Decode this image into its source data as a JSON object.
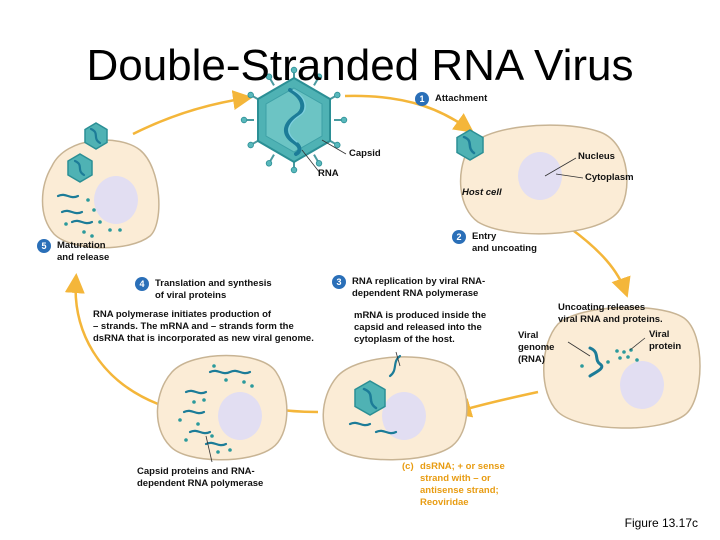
{
  "title": "Double-Stranded RNA Virus",
  "steps": [
    {
      "num": "1",
      "text": "Attachment"
    },
    {
      "num": "2",
      "text": "Entry\nand uncoating"
    },
    {
      "num": "3",
      "text": "RNA replication by viral RNA-\ndependent RNA polymerase"
    },
    {
      "num": "4",
      "text": "Translation and synthesis\nof viral proteins"
    },
    {
      "num": "5",
      "text": "Maturation\nand release"
    }
  ],
  "labels": {
    "capsid": "Capsid",
    "rna": "RNA",
    "nucleus": "Nucleus",
    "cytoplasm": "Cytoplasm",
    "host_cell": "Host cell",
    "uncoating_releases": "Uncoating releases\nviral RNA and proteins.",
    "viral_genome": "Viral\ngenome\n(RNA)",
    "viral_protein": "Viral\nprotein",
    "mrna_note": "mRNA is produced inside the\ncapsid and released into the\ncytoplasm of the host.",
    "polymerase_note": "RNA polymerase initiates production of\n– strands. The mRNA and – strands form the\ndsRNA that is incorporated as new viral genome.",
    "capsid_proteins": "Capsid proteins and RNA-\ndependent RNA polymerase",
    "caption_letter": "(c)",
    "caption": "dsRNA; + or sense\nstrand with – or\nantisense strand;\nReoviridae",
    "figure": "Figure 13.17c"
  },
  "colors": {
    "cell_fill": "#fbecd6",
    "cell_stroke": "#c8b494",
    "nucleus": "#e2def2",
    "capsid_fill": "#4fb2b4",
    "capsid_dark": "#2b8f95",
    "rna": "#1c7c98",
    "arrow": "#f4b63a",
    "badge": "#2a6fb8",
    "caption": "#e89c12"
  }
}
